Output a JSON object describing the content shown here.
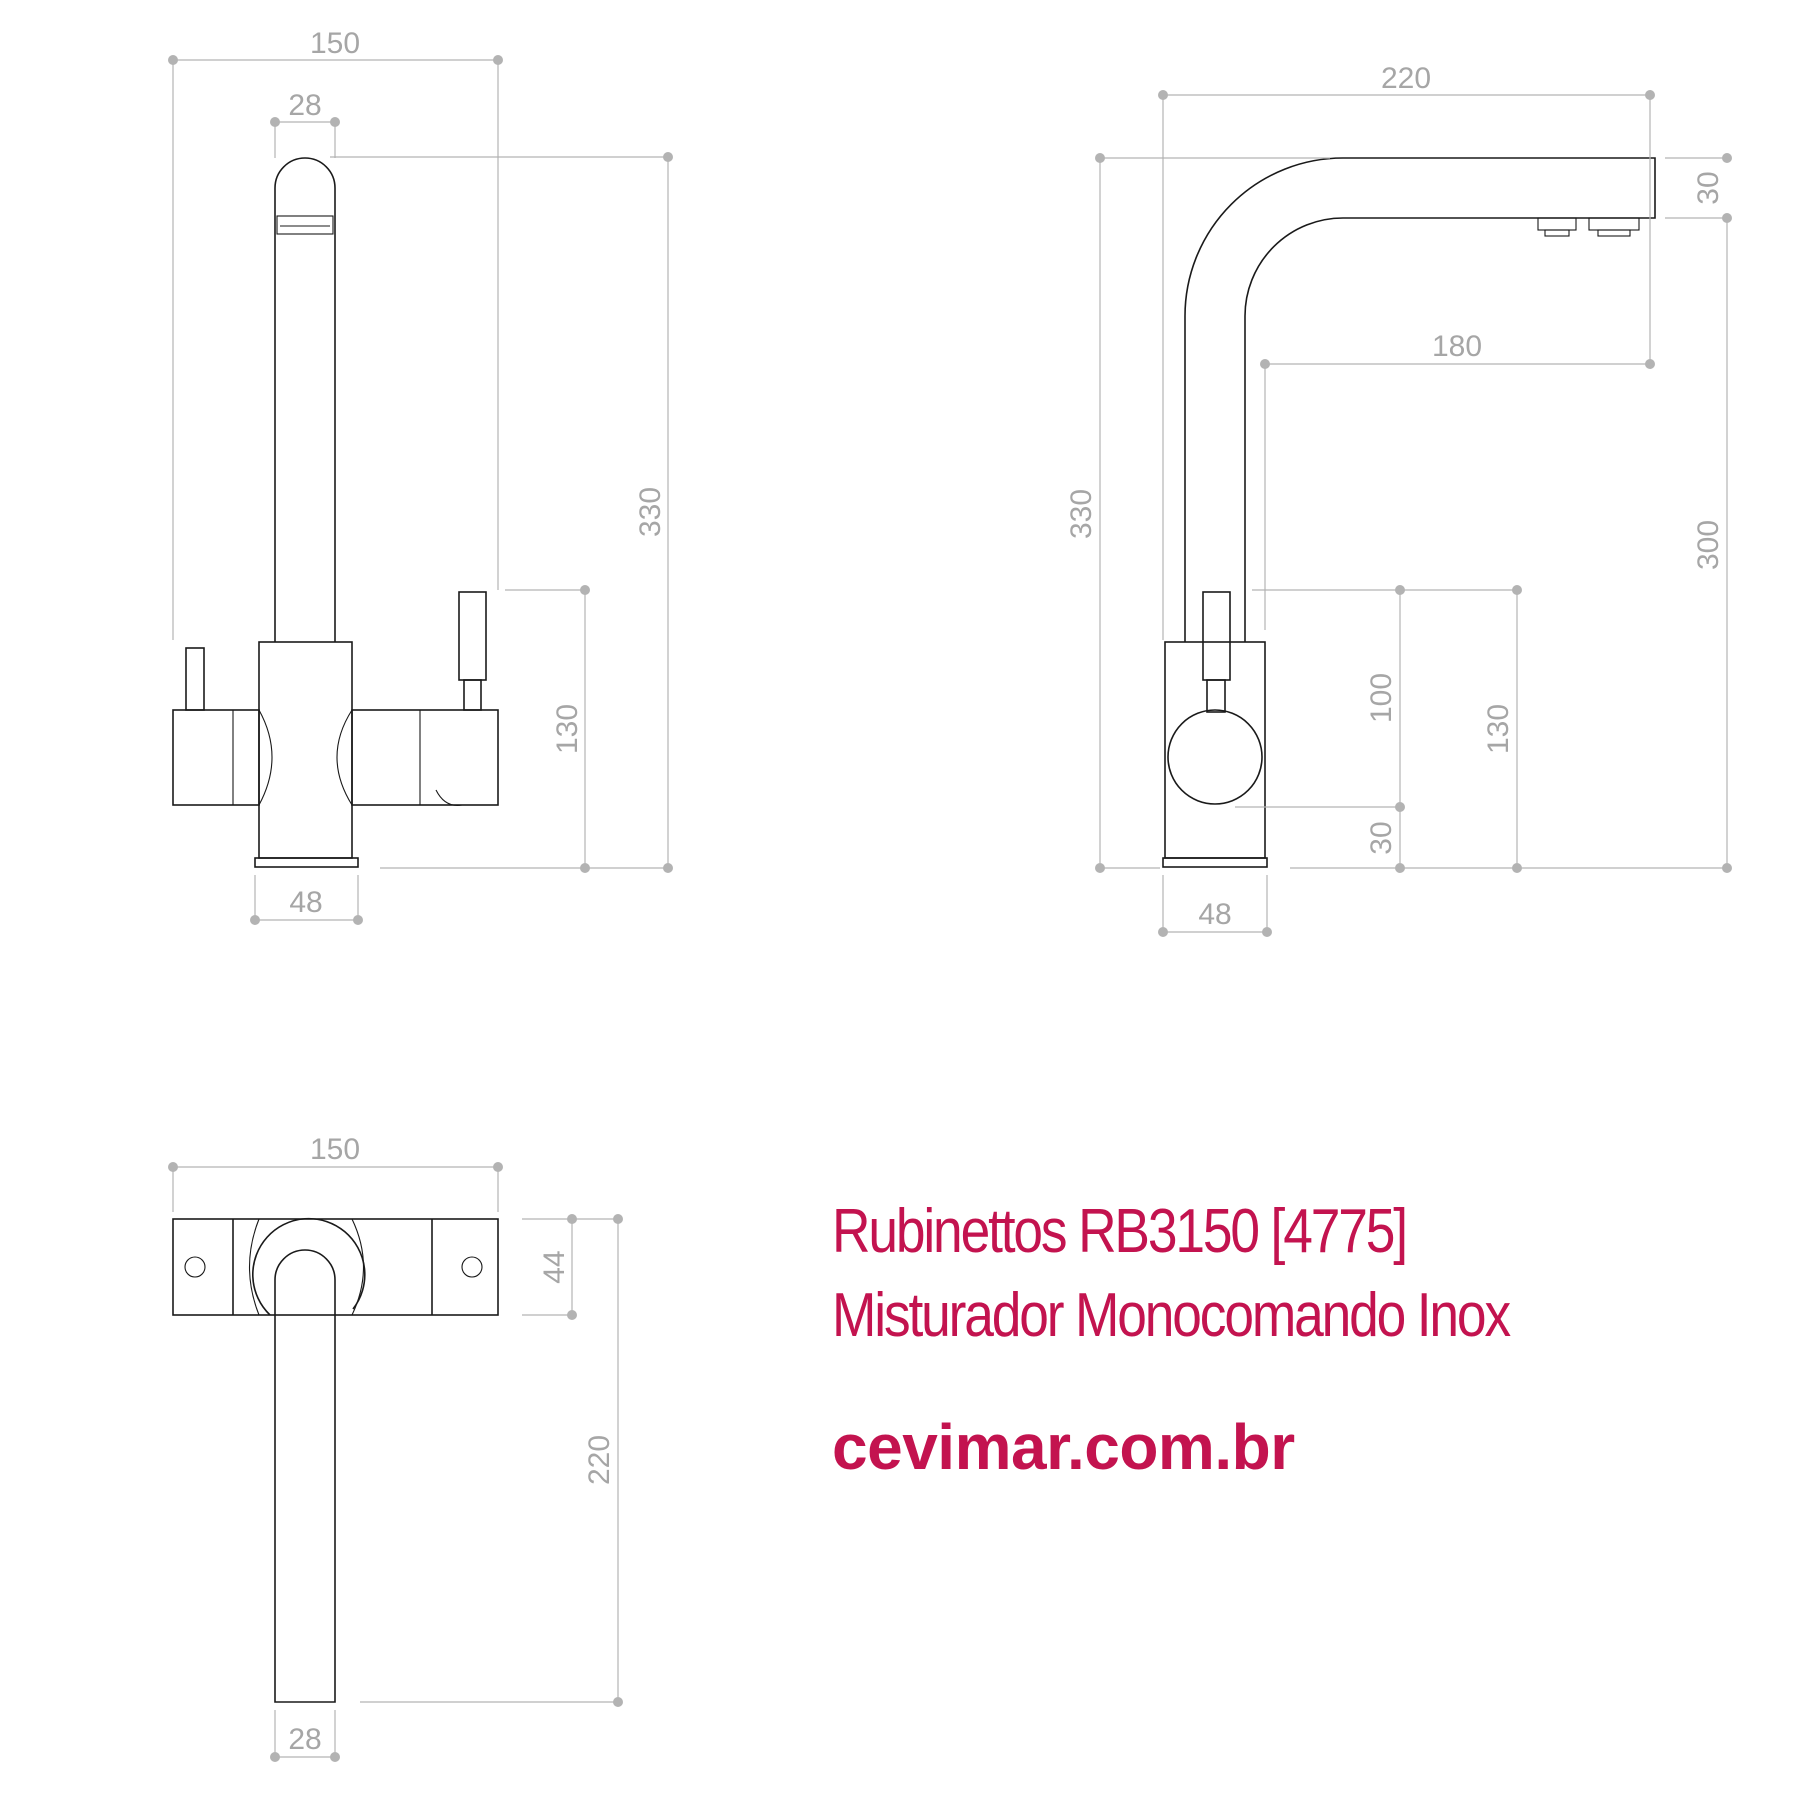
{
  "product": {
    "title": "Rubinettos RB3150 [4775]",
    "subtitle": "Misturador Monocomando Inox",
    "website": "cevimar.com.br",
    "accent_color": "#c3134f"
  },
  "views": {
    "front": {
      "dims": {
        "overall_width": "150",
        "spout_diameter": "28",
        "total_height": "330",
        "body_height": "130",
        "base_width": "48"
      }
    },
    "side": {
      "dims": {
        "spout_reach": "220",
        "outlet_height": "30",
        "inner_reach": "180",
        "total_height": "330",
        "spout_clearance": "300",
        "lever_height": "100",
        "base_offset": "30",
        "body_height": "130",
        "base_width": "48"
      }
    },
    "top": {
      "dims": {
        "overall_width": "150",
        "body_depth": "44",
        "spout_length": "220",
        "spout_width": "28"
      }
    }
  }
}
